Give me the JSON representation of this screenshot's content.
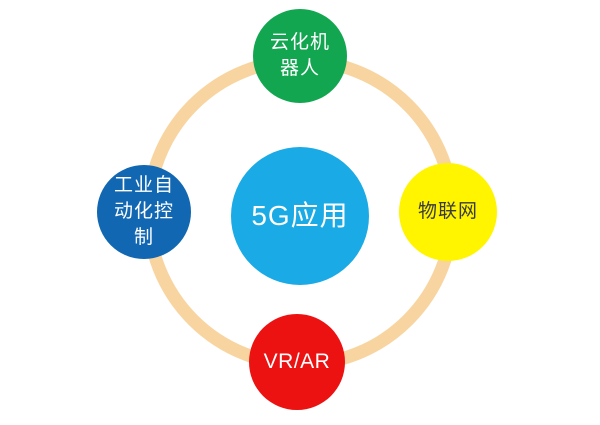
{
  "diagram": {
    "title_semantic": "5G applications diagram",
    "background_color": "#FFFFFF",
    "ring": {
      "color": "#F8D5A0"
    },
    "center": {
      "label": "5G应用",
      "color": "#1AAAE5",
      "text_color": "#FFFFFF"
    },
    "satellites": {
      "top": {
        "label": "云化机\n器人",
        "color": "#13A650",
        "text_color": "#FFFFFF"
      },
      "right": {
        "label": "物联网",
        "color": "#FFF500",
        "text_color": "#3A3A3A"
      },
      "bottom": {
        "label": "VR/AR",
        "color": "#EC1212",
        "text_color": "#FFFFFF"
      },
      "left": {
        "label": "工业自\n动化控\n制",
        "color": "#1167B1",
        "text_color": "#FFFFFF"
      }
    }
  }
}
